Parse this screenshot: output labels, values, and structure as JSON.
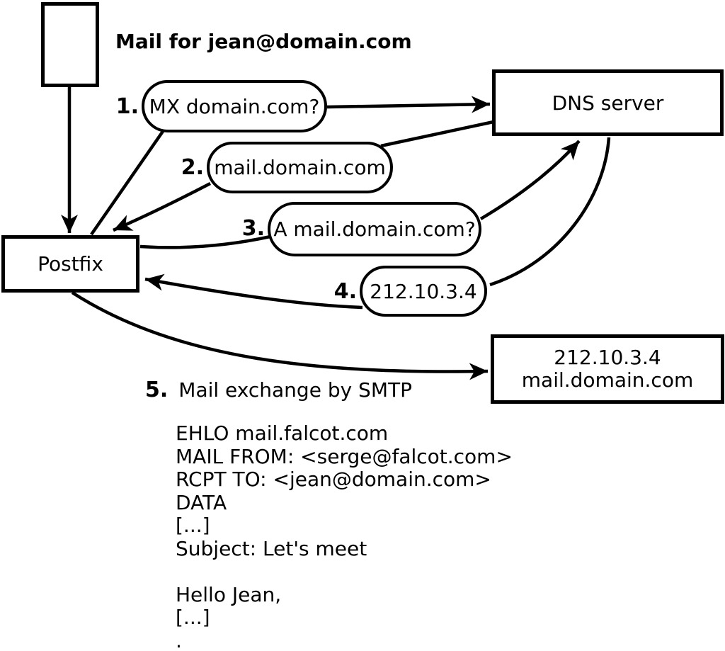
{
  "colors": {
    "ink": "#000000",
    "background": "#ffffff"
  },
  "title": "Mail for jean@domain.com",
  "nodes": {
    "postfix": "Postfix",
    "dns_server": "DNS server",
    "mail_server": {
      "ip": "212.10.3.4",
      "hostname": "mail.domain.com"
    }
  },
  "steps": [
    {
      "num": "1.",
      "label": "MX domain.com?"
    },
    {
      "num": "2.",
      "label": "mail.domain.com"
    },
    {
      "num": "3.",
      "label": "A mail.domain.com?"
    },
    {
      "num": "4.",
      "label": "212.10.3.4"
    },
    {
      "num": "5.",
      "label": "Mail exchange by SMTP"
    }
  ],
  "smtp_session": "EHLO mail.falcot.com\nMAIL FROM: <serge@falcot.com>\nRCPT TO: <jean@domain.com>\nDATA\n[...]\nSubject: Let's meet\n\nHello Jean,\n[...]\n."
}
